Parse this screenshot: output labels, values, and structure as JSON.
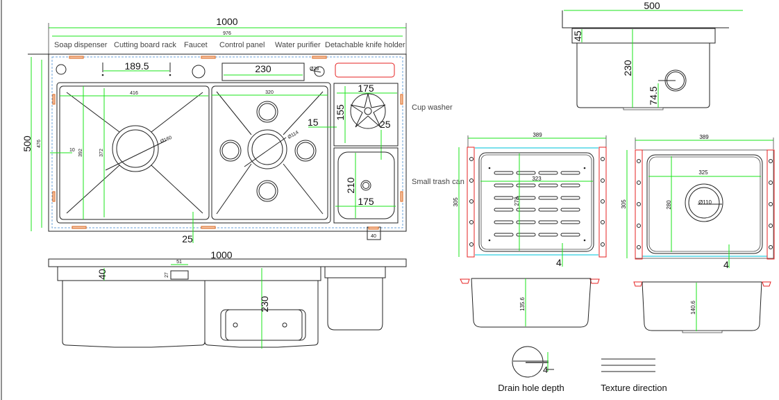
{
  "plan": {
    "overall_width": "1000",
    "inner_width": "976",
    "overall_depth": "500",
    "inner_depth": "476",
    "features": [
      "Soap dispenser",
      "Cutting board rack",
      "Faucet",
      "Control panel",
      "Water purifier",
      "Detachable knife holder"
    ],
    "rack_spacing": "189.5",
    "control_panel_width": "230",
    "purifier_diameter": "Ø28",
    "left_bowl_width": "416",
    "left_bowl_depth_outer": "392",
    "left_bowl_depth_inner": "372",
    "left_offset": "10",
    "left_drain": "Ø160",
    "right_bowl_width": "320",
    "right_drain": "Ø114",
    "gap": "15",
    "cup_washer_width": "175",
    "cup_washer_depth": "155",
    "cup_washer_offset": "25",
    "trash_depth": "210",
    "trash_width": "175",
    "bottom_offset": "25",
    "tab_width": "40",
    "callouts": {
      "cup_washer": "Cup washer",
      "trash_can": "Small trash can"
    }
  },
  "front_elevation": {
    "width": "1000",
    "skirt_height": "40",
    "slot_width": "51",
    "slot_height": "27",
    "bowl_depth": "230"
  },
  "side_elevation": {
    "width": "500",
    "skirt_height": "45",
    "depth": "230",
    "outlet_height": "74.5"
  },
  "grate_plan": {
    "width": "389",
    "inner_width": "323",
    "depth": "305",
    "inner_depth": "278",
    "edge": "4"
  },
  "small_bowl_plan": {
    "width": "389",
    "inner_width": "325",
    "depth": "305",
    "inner_depth": "280",
    "drain": "Ø110",
    "edge": "4"
  },
  "sections": {
    "grate_depth": "135.6",
    "bowl_depth": "140.6"
  },
  "legend": {
    "drain_value": "4",
    "drain_label": "Drain hole depth",
    "texture_label": "Texture direction"
  },
  "colors": {
    "dimension": "#19e619",
    "outline": "#222222",
    "highlight": "#e52020",
    "clip": "#e07a3a"
  }
}
